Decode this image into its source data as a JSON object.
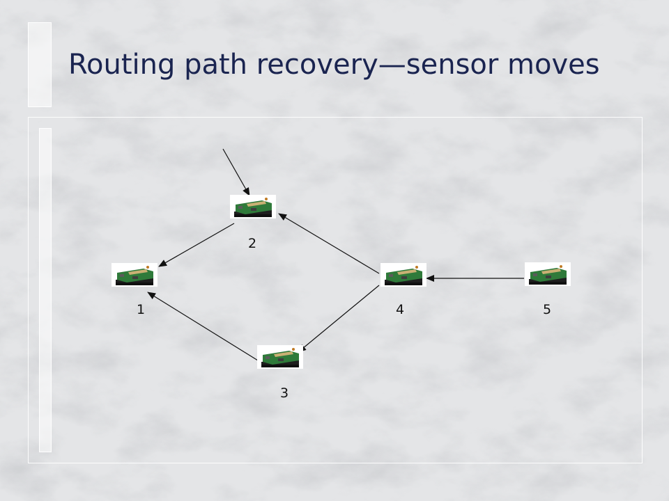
{
  "slide": {
    "title": "Routing path recovery—sensor moves"
  },
  "diagram": {
    "nodes": [
      {
        "id": "1",
        "label": "1"
      },
      {
        "id": "2",
        "label": "2"
      },
      {
        "id": "3",
        "label": "3"
      },
      {
        "id": "4",
        "label": "4"
      },
      {
        "id": "5",
        "label": "5"
      }
    ],
    "edges": [
      {
        "from": "5",
        "to": "4"
      },
      {
        "from": "4",
        "to": "2"
      },
      {
        "from": "4",
        "to": "3"
      },
      {
        "from": "2",
        "to": "1"
      },
      {
        "from": "3",
        "to": "1"
      }
    ],
    "incoming_arrow_target": "2",
    "icon": "sensor-mote-icon",
    "colors": {
      "title": "#1a2450",
      "board": "#2f7a3a",
      "case": "#1e1e1e"
    }
  }
}
